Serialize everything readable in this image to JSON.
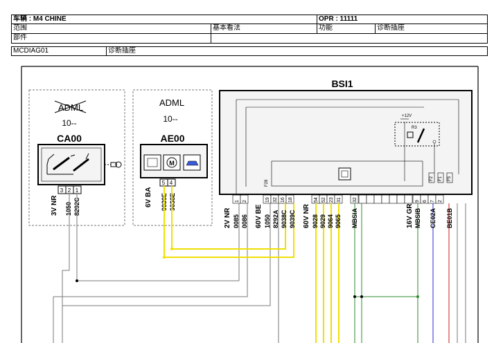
{
  "header": {
    "vehicle_label": "车辆 : M4 CHINE",
    "opr_label": "OPR : 11111",
    "scope_label": "范围",
    "basic_view_label": "基本看法",
    "function_label": "功能",
    "function_value": "诊断插座",
    "part_label": "部件",
    "ref_code": "MCDIAG01",
    "ref_name": "诊断插座"
  },
  "diagram": {
    "ca00": {
      "crossed_label": "ADML",
      "rev": "10--",
      "code": "CA00",
      "pins": [
        "3",
        "2",
        "1"
      ],
      "wire_color": "3V NR",
      "wires": [
        "1050",
        "8292C"
      ]
    },
    "ae00": {
      "label": "ADML",
      "rev": "10--",
      "code": "AE00",
      "pins": [
        "5",
        "4"
      ],
      "wire_color": "6V BA",
      "wires": [
        "9039E",
        "9038E"
      ]
    },
    "bsi": {
      "title": "BSI1",
      "supply_label": "+12V",
      "relay_label": "R3",
      "inner_label": "F28",
      "fuse_labels": [
        "F2",
        "F1",
        "F5"
      ],
      "pins_a": [
        "1",
        "2"
      ],
      "wire_color_a": "2V NR",
      "wires_a": [
        "0085",
        "0086"
      ],
      "pins_b": [
        "19",
        "32",
        "16",
        "18"
      ],
      "wire_color_b": "60V BE",
      "wires_b": [
        "1050",
        "8292A",
        "9038C",
        "9039C"
      ],
      "pins_c": [
        "54",
        "52",
        "23",
        "31"
      ],
      "wire_color_c": "60V NR",
      "wires_c": [
        "9028",
        "9029",
        "9064",
        "9065"
      ],
      "pin_d": "32",
      "wire_d": "MBSIA",
      "pins_e": [
        "9",
        "6",
        "7",
        "2"
      ],
      "wire_color_e": "16V GR",
      "wires_e": [
        "MBSIB",
        "CE02A",
        "BE01B"
      ]
    },
    "colors": {
      "yellow": "#f0e000",
      "green": "#2d8a2d",
      "blue": "#2a2ad0",
      "red": "#d01818",
      "gray_wire": "#777777"
    }
  }
}
